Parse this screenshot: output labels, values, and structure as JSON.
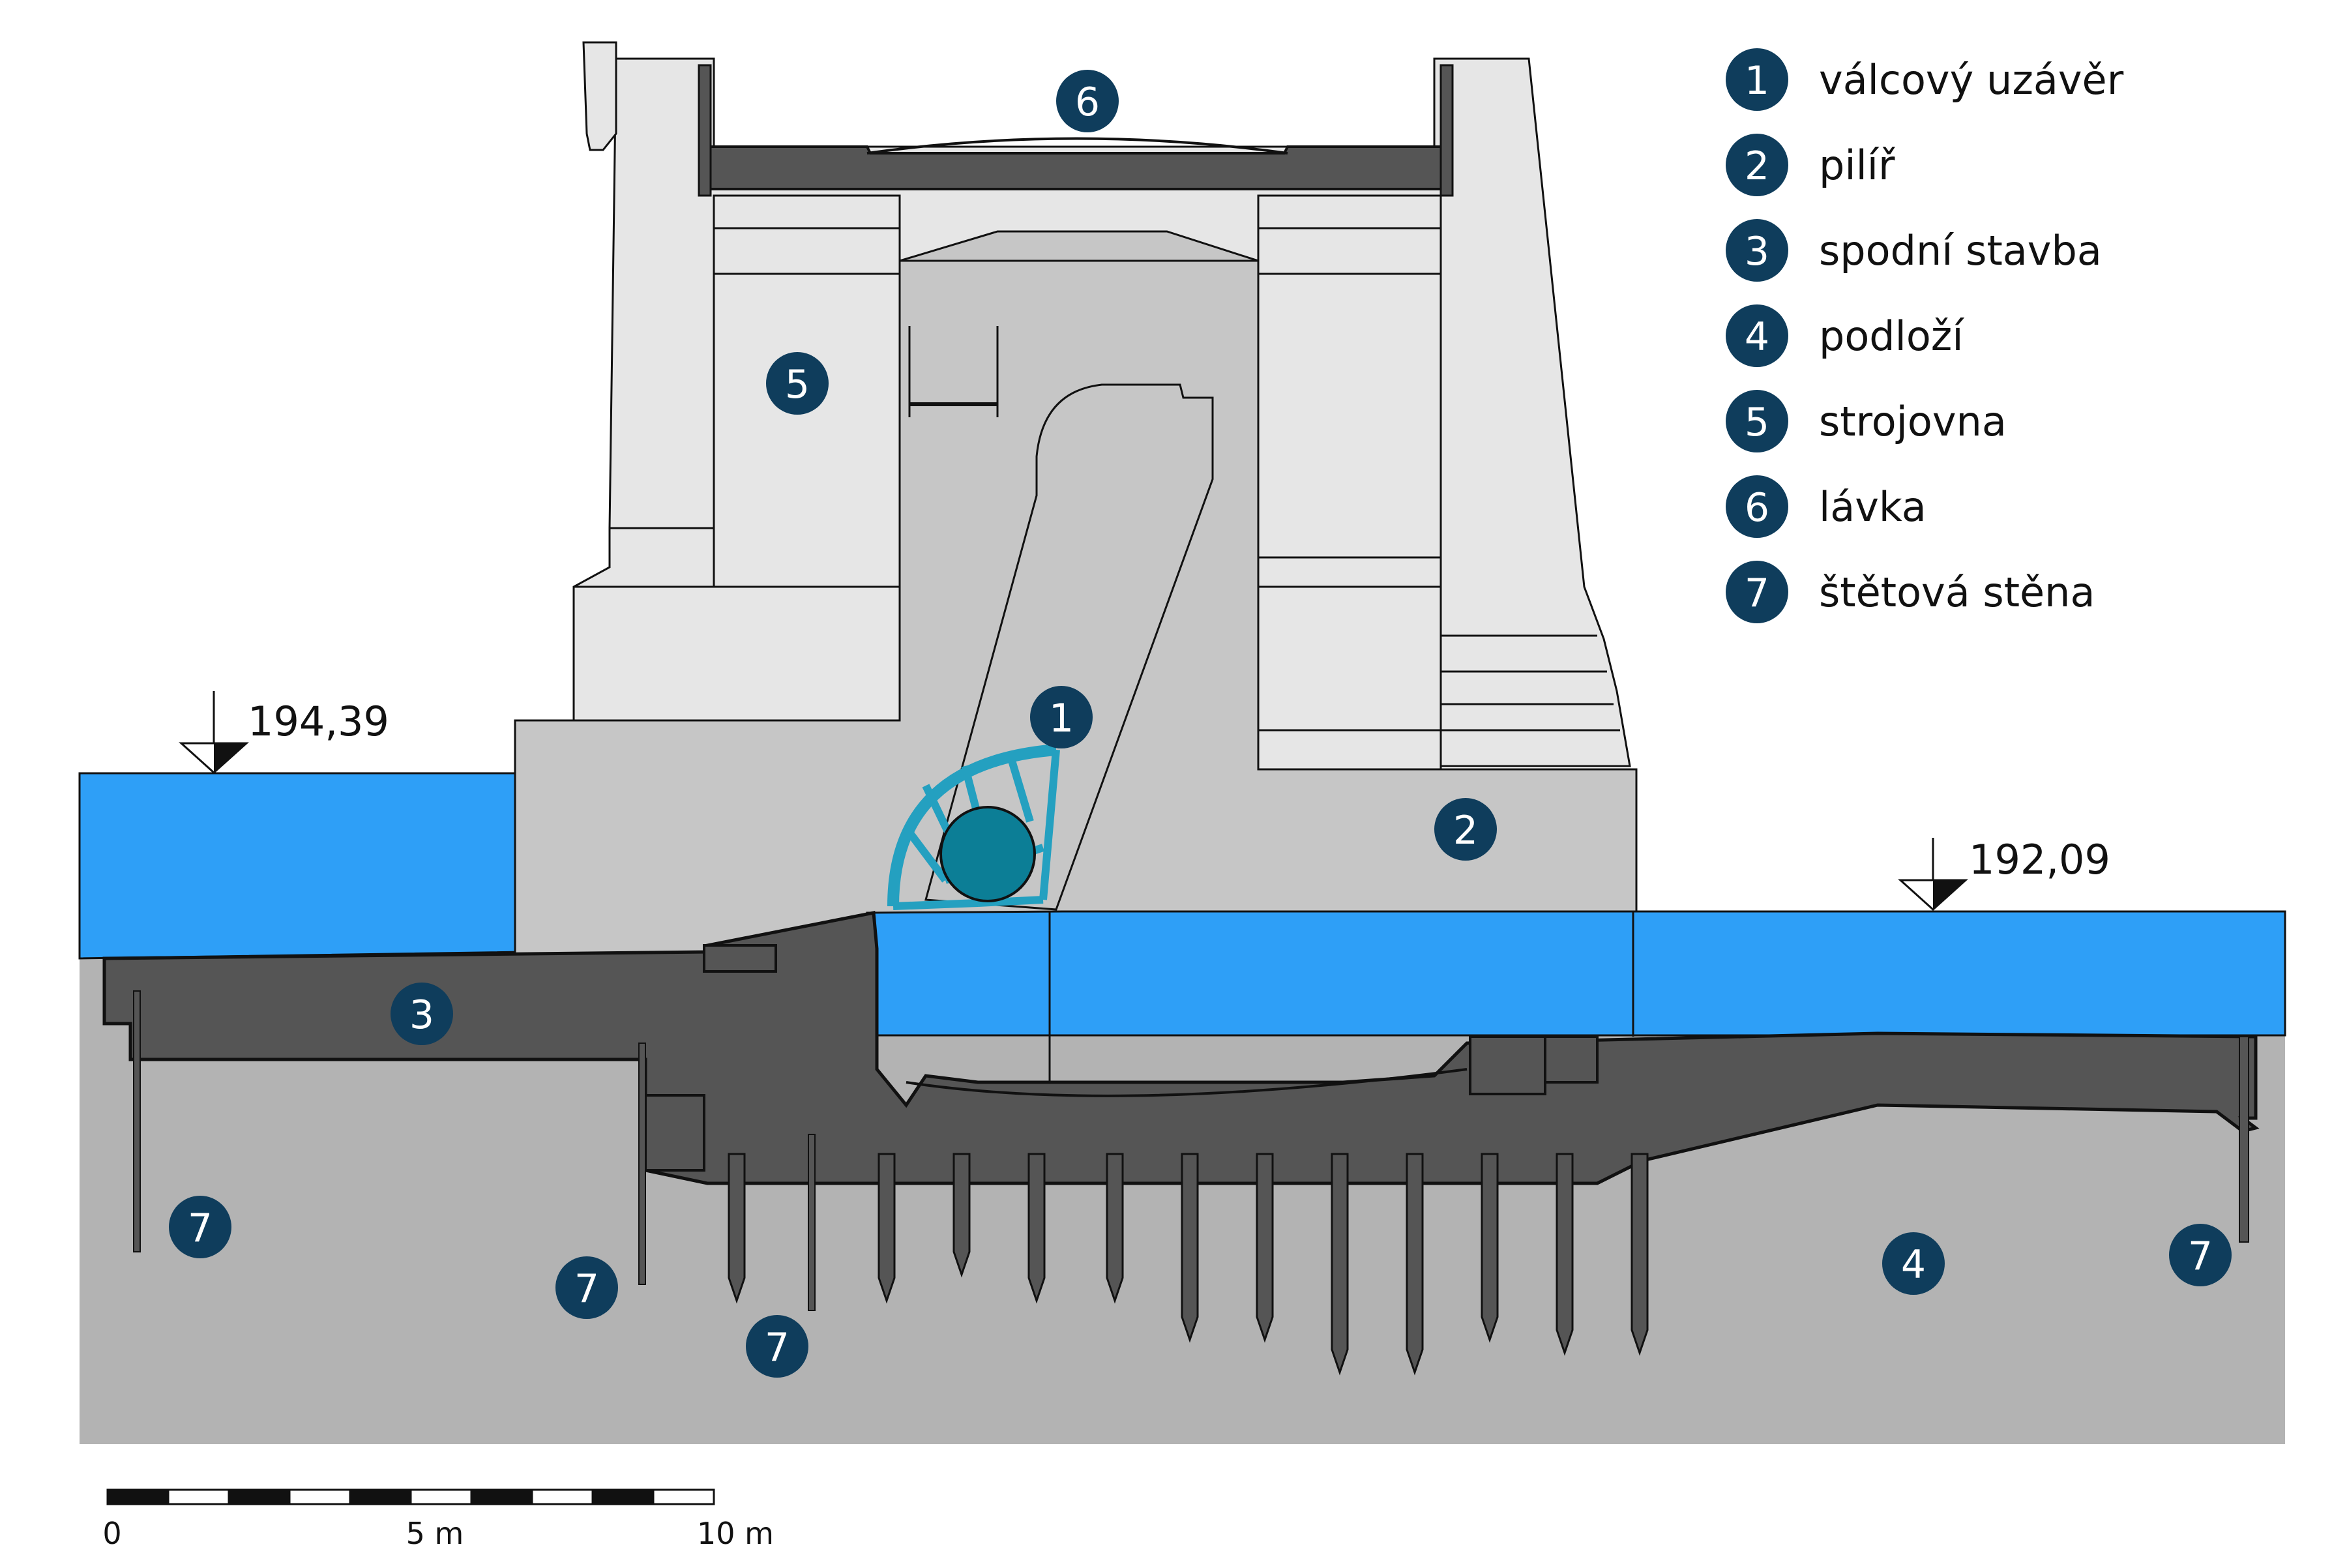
{
  "legend": [
    {
      "num": "1",
      "label": "válcový uzávěr"
    },
    {
      "num": "2",
      "label": "pilíř"
    },
    {
      "num": "3",
      "label": "spodní stavba"
    },
    {
      "num": "4",
      "label": "podloží"
    },
    {
      "num": "5",
      "label": "strojovna"
    },
    {
      "num": "6",
      "label": "lávka"
    },
    {
      "num": "7",
      "label": "štětová stěna"
    }
  ],
  "levels": {
    "upstream": "194,39",
    "downstream": "192,09"
  },
  "scale": {
    "zero": "0",
    "mid": "5 m",
    "end": "10 m"
  },
  "colors": {
    "water": "#2e9ff7",
    "building": "#e6e6e6",
    "pier": "#c6c6c6",
    "concrete": "#555555",
    "ground": "#b3b3b3",
    "badge": "#0f3d5c",
    "gate": "#0c7e96",
    "gate_frame": "#24a0c0"
  }
}
